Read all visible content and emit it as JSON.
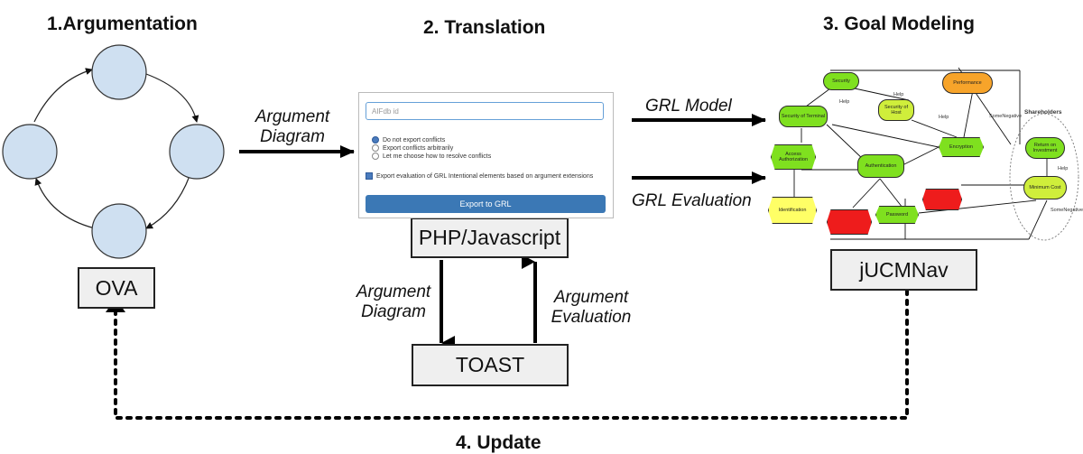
{
  "titles": {
    "step1": "1.Argumentation",
    "step2": "2. Translation",
    "step3": "3. Goal Modeling",
    "step4": "4. Update"
  },
  "tools": {
    "ova": "OVA",
    "php": "PHP/Javascript",
    "toast": "TOAST",
    "jucmnav": "jUCMNav"
  },
  "labels": {
    "argument_diagram_top": [
      "Argument",
      "Diagram"
    ],
    "grl_model": "GRL Model",
    "grl_evaluation": "GRL Evaluation",
    "argument_diagram_left": [
      "Argument",
      "Diagram"
    ],
    "argument_evaluation": [
      "Argument",
      "Evaluation"
    ]
  },
  "form": {
    "id_placeholder": "AIFdb id",
    "options": [
      "Do not export conflicts",
      "Export conflicts arbitrarily",
      "Let me choose how to resolve conflicts"
    ],
    "checkbox_label": "Export evaluation of GRL Intentional elements based on argument extensions",
    "submit_label": "Export to GRL"
  },
  "grl": {
    "nodes": {
      "security": "Security",
      "performance": "Performance",
      "security_terminal": "Security of Terminal",
      "security_host": "Security of Host",
      "access_authorization": "Access Authorization",
      "authentication": "Authentication",
      "encryption": "Encryption",
      "identification": "Identification",
      "password": "Password",
      "return_on_investment": "Return on Investment",
      "minimum_cost": "Minimum Cost"
    },
    "actor": "Shareholders",
    "help_label": "Help",
    "somenegative_label": "SomeNegative",
    "colors": {
      "satisfied": "#7fe01f",
      "weak": "#cfee3b",
      "neutral": "#ffff66",
      "denied": "#ee1c1c",
      "warning": "#f7a42a"
    }
  },
  "colors": {
    "circle_fill": "#cfe0f1",
    "circle_stroke": "#333333",
    "button_blue": "#3b78b5"
  }
}
